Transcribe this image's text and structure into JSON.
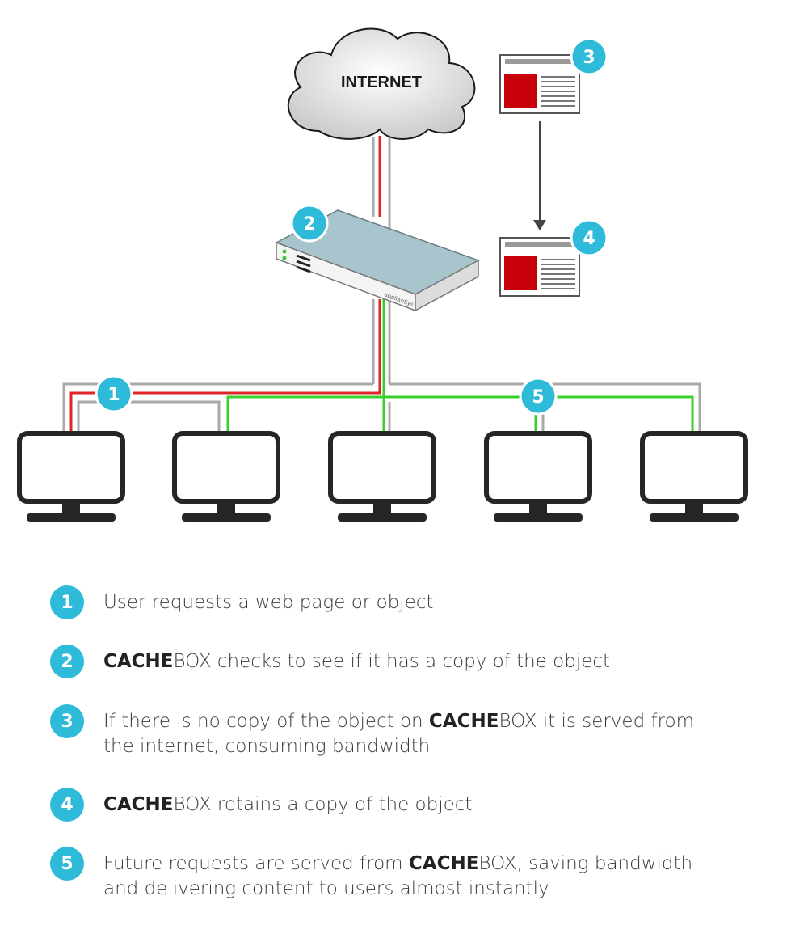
{
  "diagram": {
    "internet_label": "INTERNET",
    "device_brand": "applianSys",
    "badges": {
      "b1": "1",
      "b2": "2",
      "b3": "3",
      "b4": "4",
      "b5": "5"
    },
    "colors": {
      "badge": "#2ebbd9",
      "request_line": "#e0242a",
      "cache_line": "#38d12c",
      "cable": "#a9a9a9",
      "object_block": "#c8000b",
      "device_top": "#a8c4cc"
    }
  },
  "steps": [
    {
      "num": "1",
      "bold": "",
      "pre": "User requests a web page or object",
      "post": "",
      "line2": ""
    },
    {
      "num": "2",
      "bold": "CACHE",
      "pre": "",
      "post": "BOX checks to see if it has a copy of the object",
      "line2": ""
    },
    {
      "num": "3",
      "bold": "CACHE",
      "pre": "If there is no copy of the object on ",
      "post": "BOX it is served from",
      "line2": "the internet, consuming bandwidth"
    },
    {
      "num": "4",
      "bold": "CACHE",
      "pre": "",
      "post": "BOX retains a copy of the object",
      "line2": ""
    },
    {
      "num": "5",
      "bold": "CACHE",
      "pre": "Future requests are served from ",
      "post": "BOX, saving bandwidth",
      "line2": "and delivering content to users almost instantly"
    }
  ]
}
